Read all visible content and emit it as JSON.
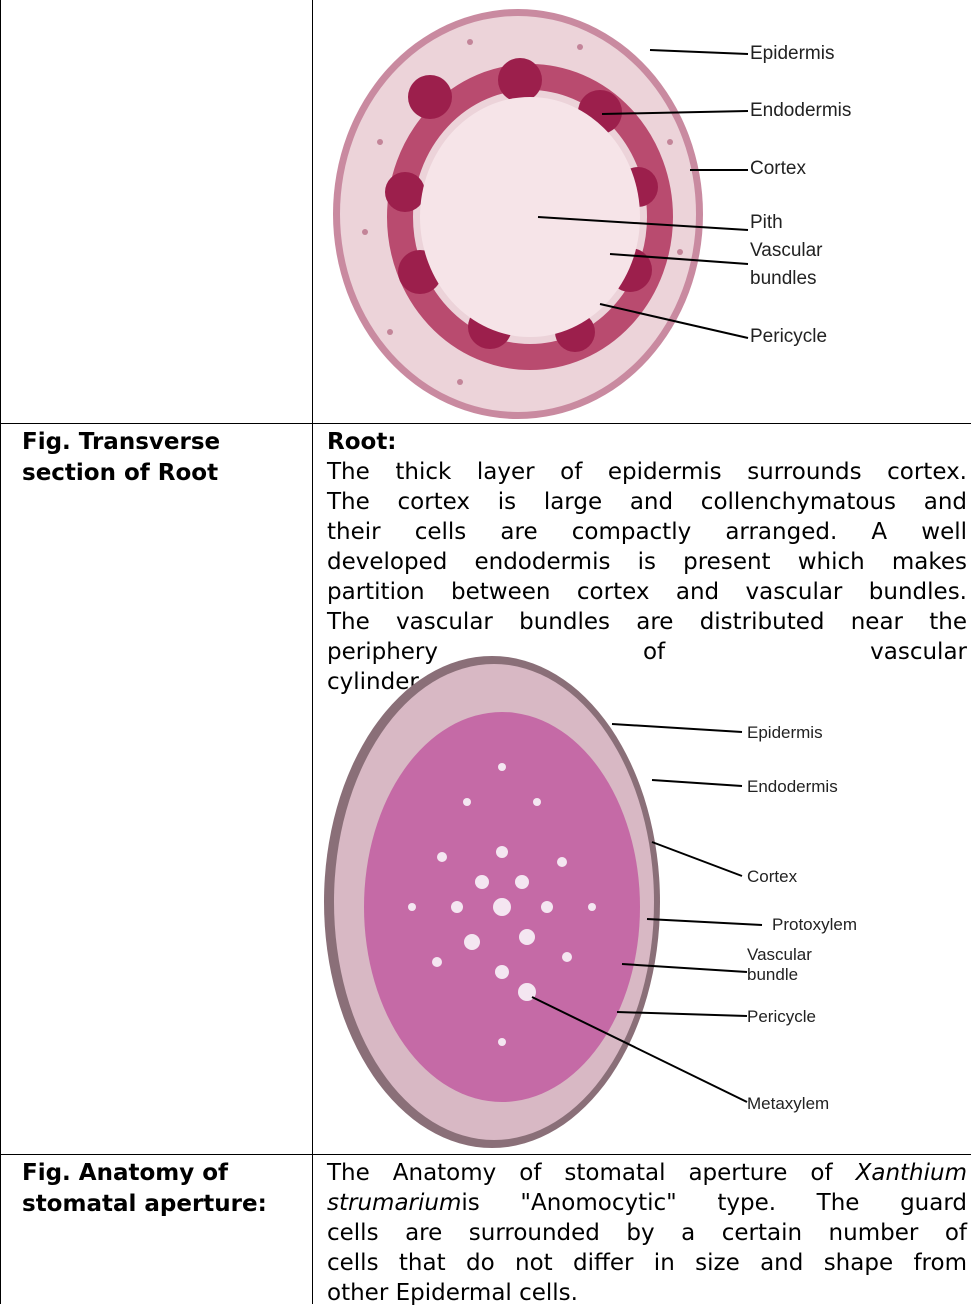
{
  "rows": [
    {
      "caption": [
        "Fig. Transverse",
        "section of Root"
      ],
      "heading": "Root:",
      "paragraph_lines": [
        "The thick layer of epidermis surrounds cortex.",
        "The cortex is large and collenchymatous and",
        "their cells are compactly arranged. A well",
        "developed endodermis is present which makes",
        "partition between cortex and vascular bundles.",
        "The vascular bundles are distributed near the",
        "periphery of vascular",
        "cylinder"
      ]
    },
    {
      "caption": [
        "Fig. Anatomy of",
        "stomatal aperture:"
      ],
      "text_lines": [
        {
          "pre": "The Anatomy of stomatal aperture of ",
          "italic": "Xanthium",
          "post": ""
        },
        {
          "pre": "",
          "italic": "strumarium",
          "post": "is \"Anomocytic\" type. The guard"
        },
        {
          "pre": "cells are surrounded by a certain number of",
          "italic": "",
          "post": ""
        },
        {
          "pre": "cells that do not differ in size and shape from",
          "italic": "",
          "post": ""
        },
        {
          "pre": "other Epidermal cells.",
          "italic": "",
          "post": ""
        }
      ]
    }
  ],
  "figure_stem": {
    "labels": [
      "Epidermis",
      "Endodermis",
      "Cortex",
      "Pith",
      "Vascular",
      "bundles",
      "Pericycle"
    ]
  },
  "figure_root": {
    "labels": [
      "Epidermis",
      "Endodermis",
      "Cortex",
      "Protoxylem",
      "Vascular",
      "bundle",
      "Pericycle",
      "Metaxylem"
    ]
  },
  "colors": {
    "stem_tissue": "#e9c6cf",
    "stem_rim": "#c98aa0",
    "stem_bundles": "#b0325c",
    "root_tissue": "#c56aa6",
    "root_cortex": "#d8b8c4",
    "root_rim": "#8a6f78"
  }
}
